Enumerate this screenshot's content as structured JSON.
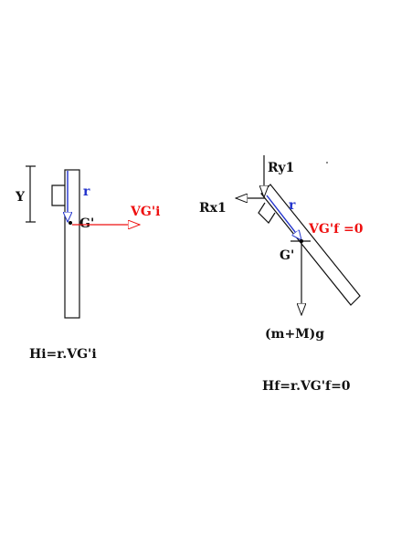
{
  "labels": {
    "y": "Y",
    "r_left": "r",
    "g_left": "G'",
    "vg_initial": "VG'i",
    "rx1": "Rx1",
    "ry1": "Ry1",
    "r_right": "r",
    "vg_final": "VG'f =0",
    "g_right": "G'",
    "weight": "(m+M)g"
  },
  "formulas": {
    "h_initial": "Hi=r.VG'i",
    "h_final": "Hf=r.VG'f=0"
  },
  "colors": {
    "ink": "#111111",
    "velocity": "#ee1111",
    "radius": "#2233cc"
  }
}
